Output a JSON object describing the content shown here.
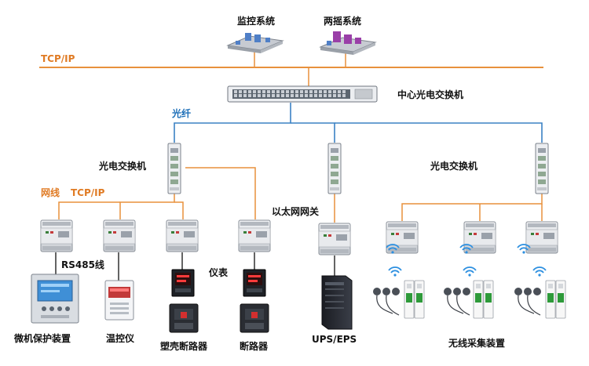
{
  "colors": {
    "tcp_line": "#e8913c",
    "fiber_line": "#3b82c4",
    "label_orange": "#e07b24",
    "label_blue": "#1d6fb8",
    "text_dark": "#111111",
    "device_gray": "#dfe2e6",
    "wifi_blue": "#2c8fe0"
  },
  "labels": {
    "monitoring": "监控系统",
    "remote": "两摇系统",
    "tcp_top": "TCP/IP",
    "core_switch": "中心光电交换机",
    "fiber": "光纤",
    "switch_left": "光电交换机",
    "switch_right": "光电交换机",
    "network_cable": "网线",
    "tcp_mid": "TCP/IP",
    "ethernet_gateway": "以太网网关",
    "rs485": "RS485线",
    "meter": "仪表",
    "microprotect": "微机保护装置",
    "temp_ctrl": "温控仪",
    "mccb": "塑壳断路器",
    "breaker": "断路器",
    "ups": "UPS/EPS",
    "wireless": "无线采集装置"
  },
  "icons": {
    "server": "server-rack-icon",
    "switch": "network-switch-icon",
    "gateway": "din-rail-gateway-icon",
    "wifi": "wifi-icon",
    "ups": "ups-cabinet-icon",
    "breaker": "circuit-breaker-icon",
    "meter": "panel-meter-icon",
    "ct": "current-transformer-icon"
  }
}
